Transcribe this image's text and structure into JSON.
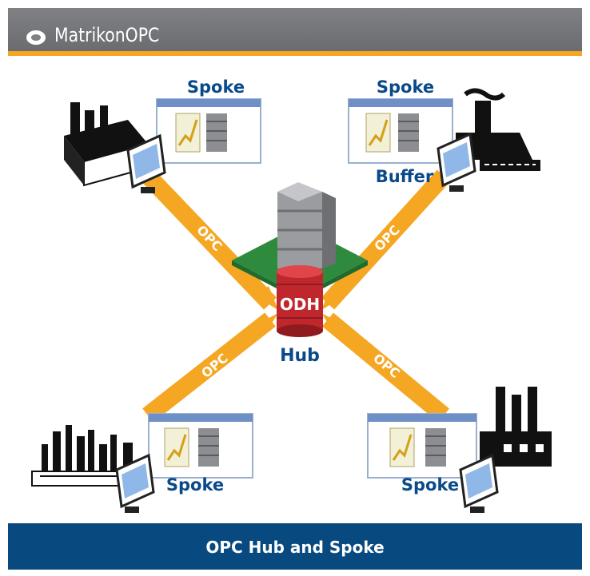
{
  "header": {
    "brand": "MatrikonOPC"
  },
  "footer": {
    "caption": "OPC Hub and Spoke"
  },
  "hub": {
    "badge": "ODH",
    "label": "Hub"
  },
  "spokes": {
    "top_left": {
      "label": "Spoke"
    },
    "top_right": {
      "label": "Spoke",
      "sublabel": "Buffer"
    },
    "bottom_left": {
      "label": "Spoke"
    },
    "bottom_right": {
      "label": "Spoke"
    }
  },
  "links": {
    "label": "OPC"
  },
  "colors": {
    "header": "#717377",
    "accent": "#f5a623",
    "footer": "#08497f",
    "label": "#0a4a8a",
    "hub_red": "#c0272d",
    "platform_green": "#2e8b3e"
  }
}
